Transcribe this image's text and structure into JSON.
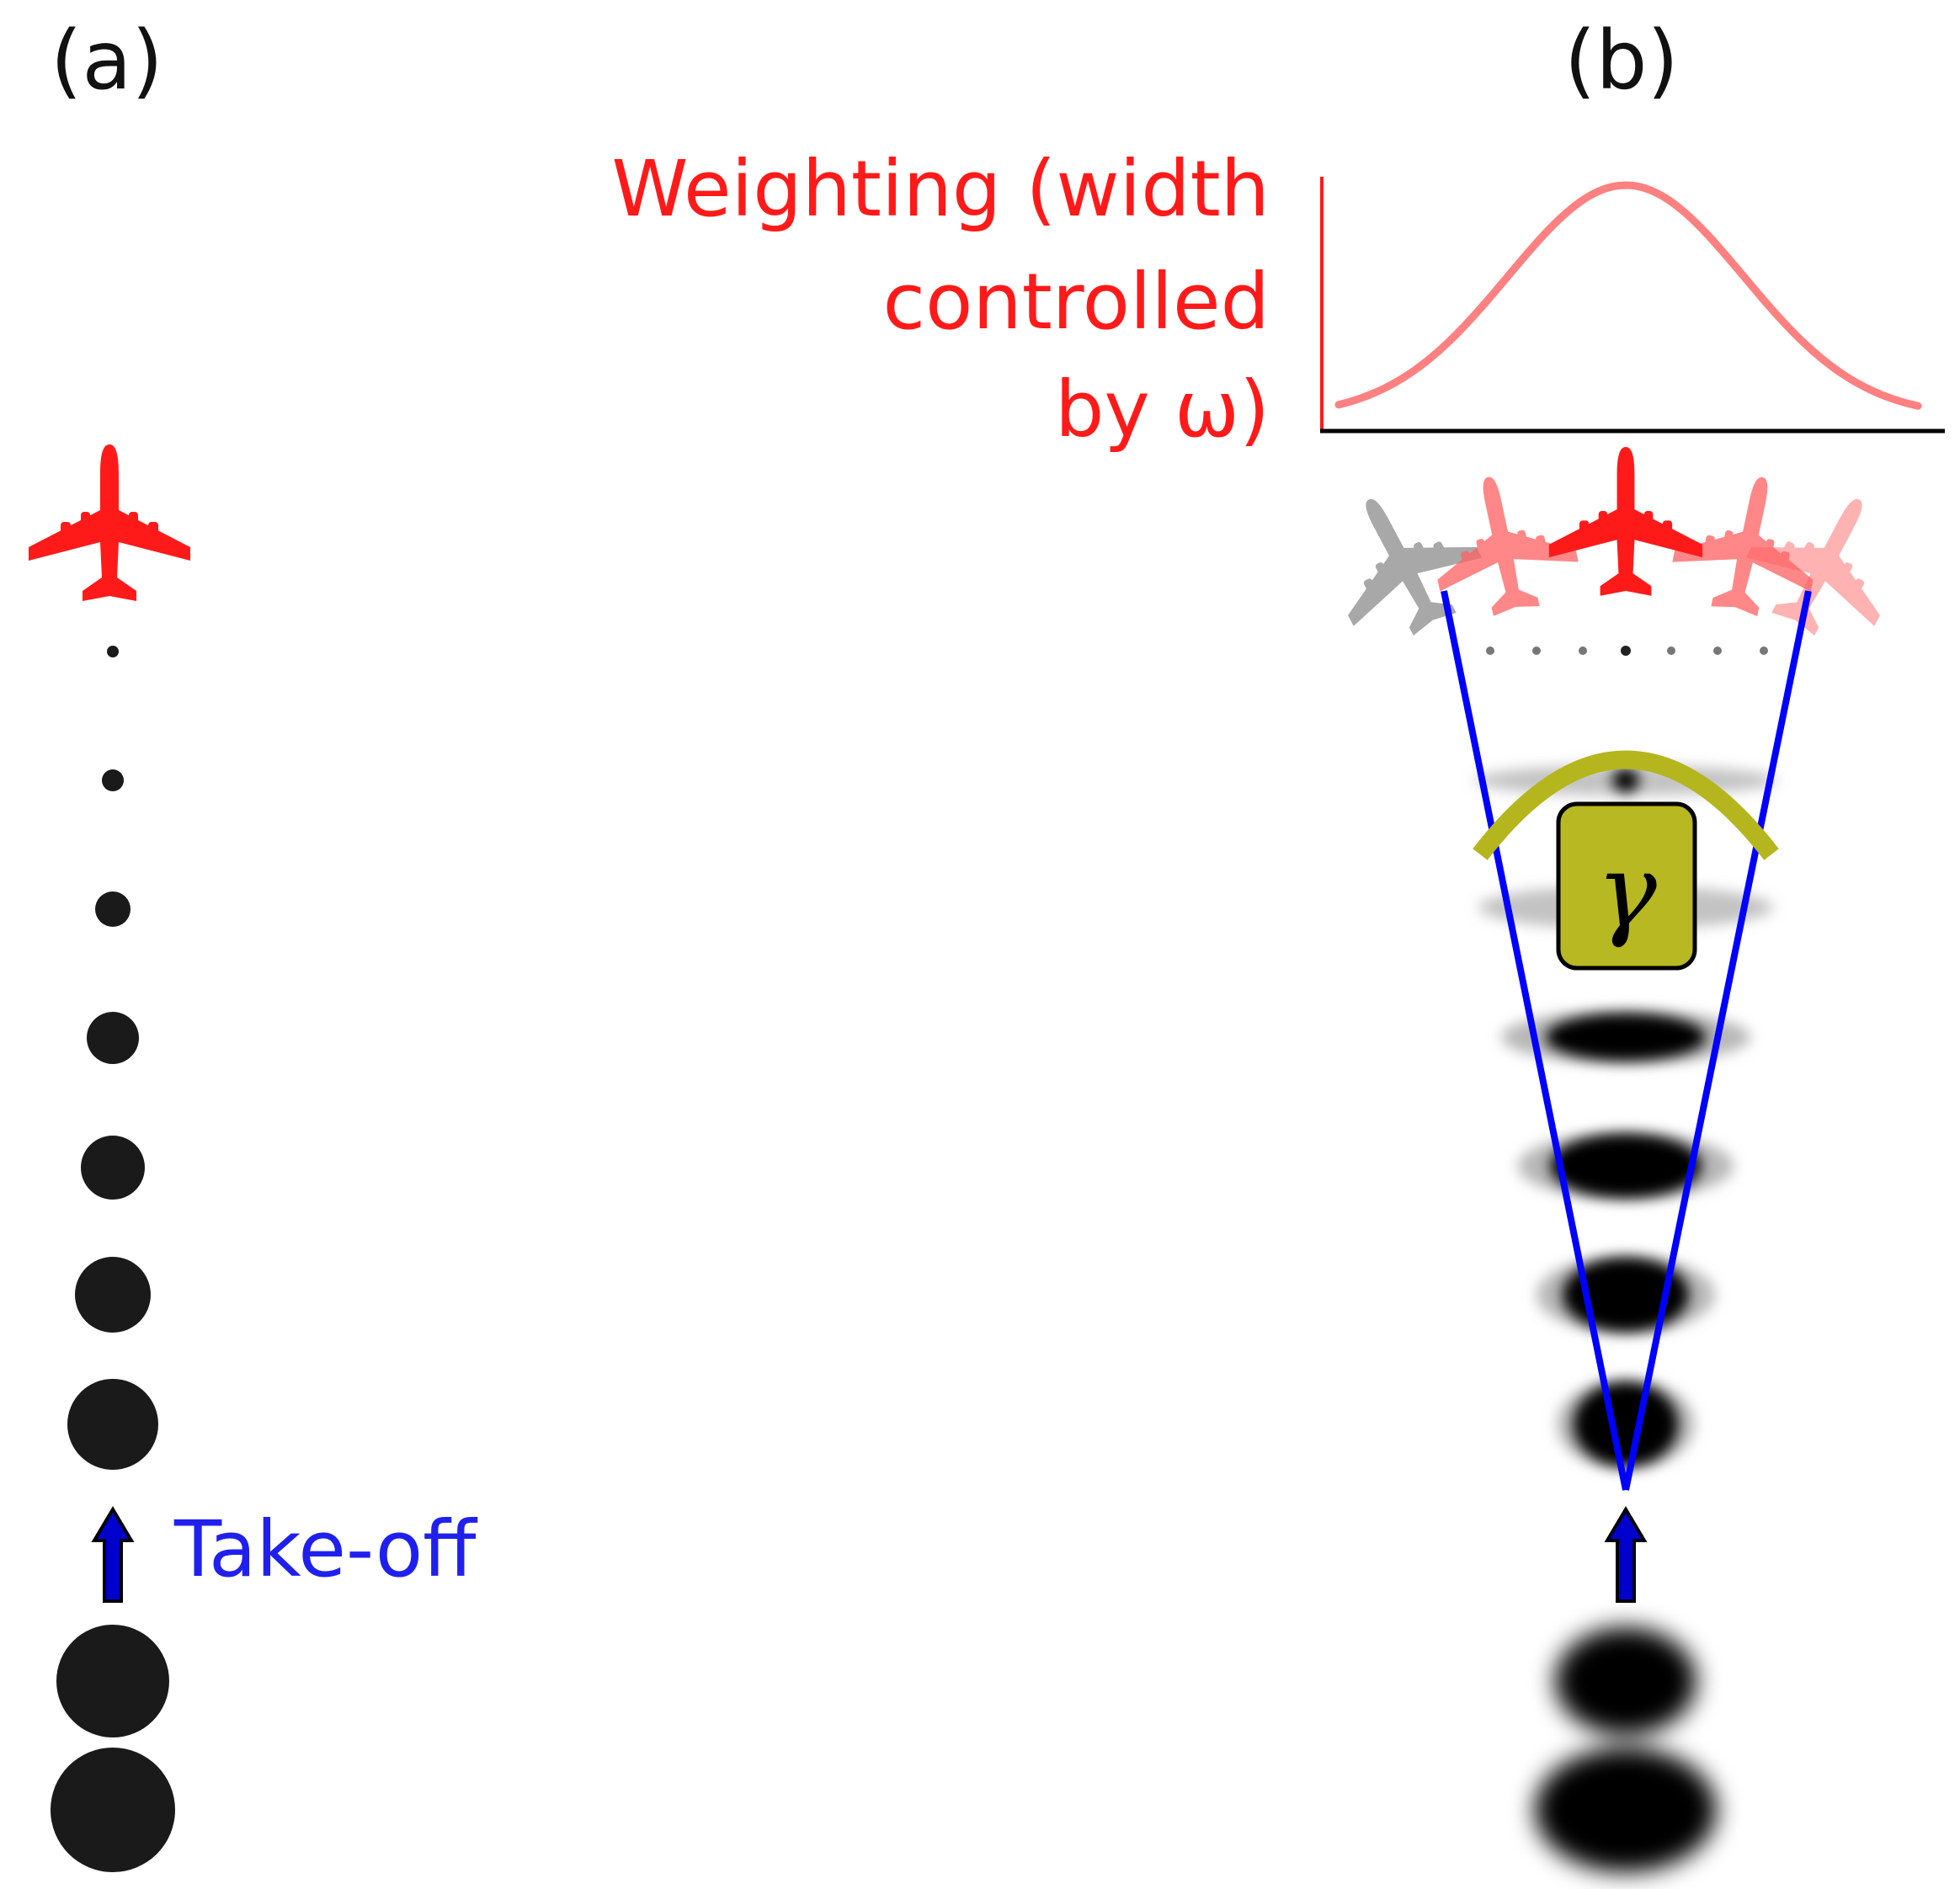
{
  "panel_a": {
    "label": "(a)",
    "takeoff_label": "Take-off"
  },
  "panel_b": {
    "label": "(b)",
    "weighting_label_lines": [
      "Weighting (width",
      "controlled",
      "by ω)"
    ],
    "parameter_symbol": "γ"
  },
  "colors": {
    "aircraft": "#ff1a1a",
    "weighting_curve": "#ff8080",
    "flight_path_cone": "#0000ff",
    "takeoff_arrow": "#0000cc",
    "gamma_arc": "#b5b51e",
    "gamma_box": "#b8b822",
    "noise_footprint": "#1a1a1a"
  },
  "icons": [
    "airplane-icon",
    "arrow-up-icon"
  ]
}
